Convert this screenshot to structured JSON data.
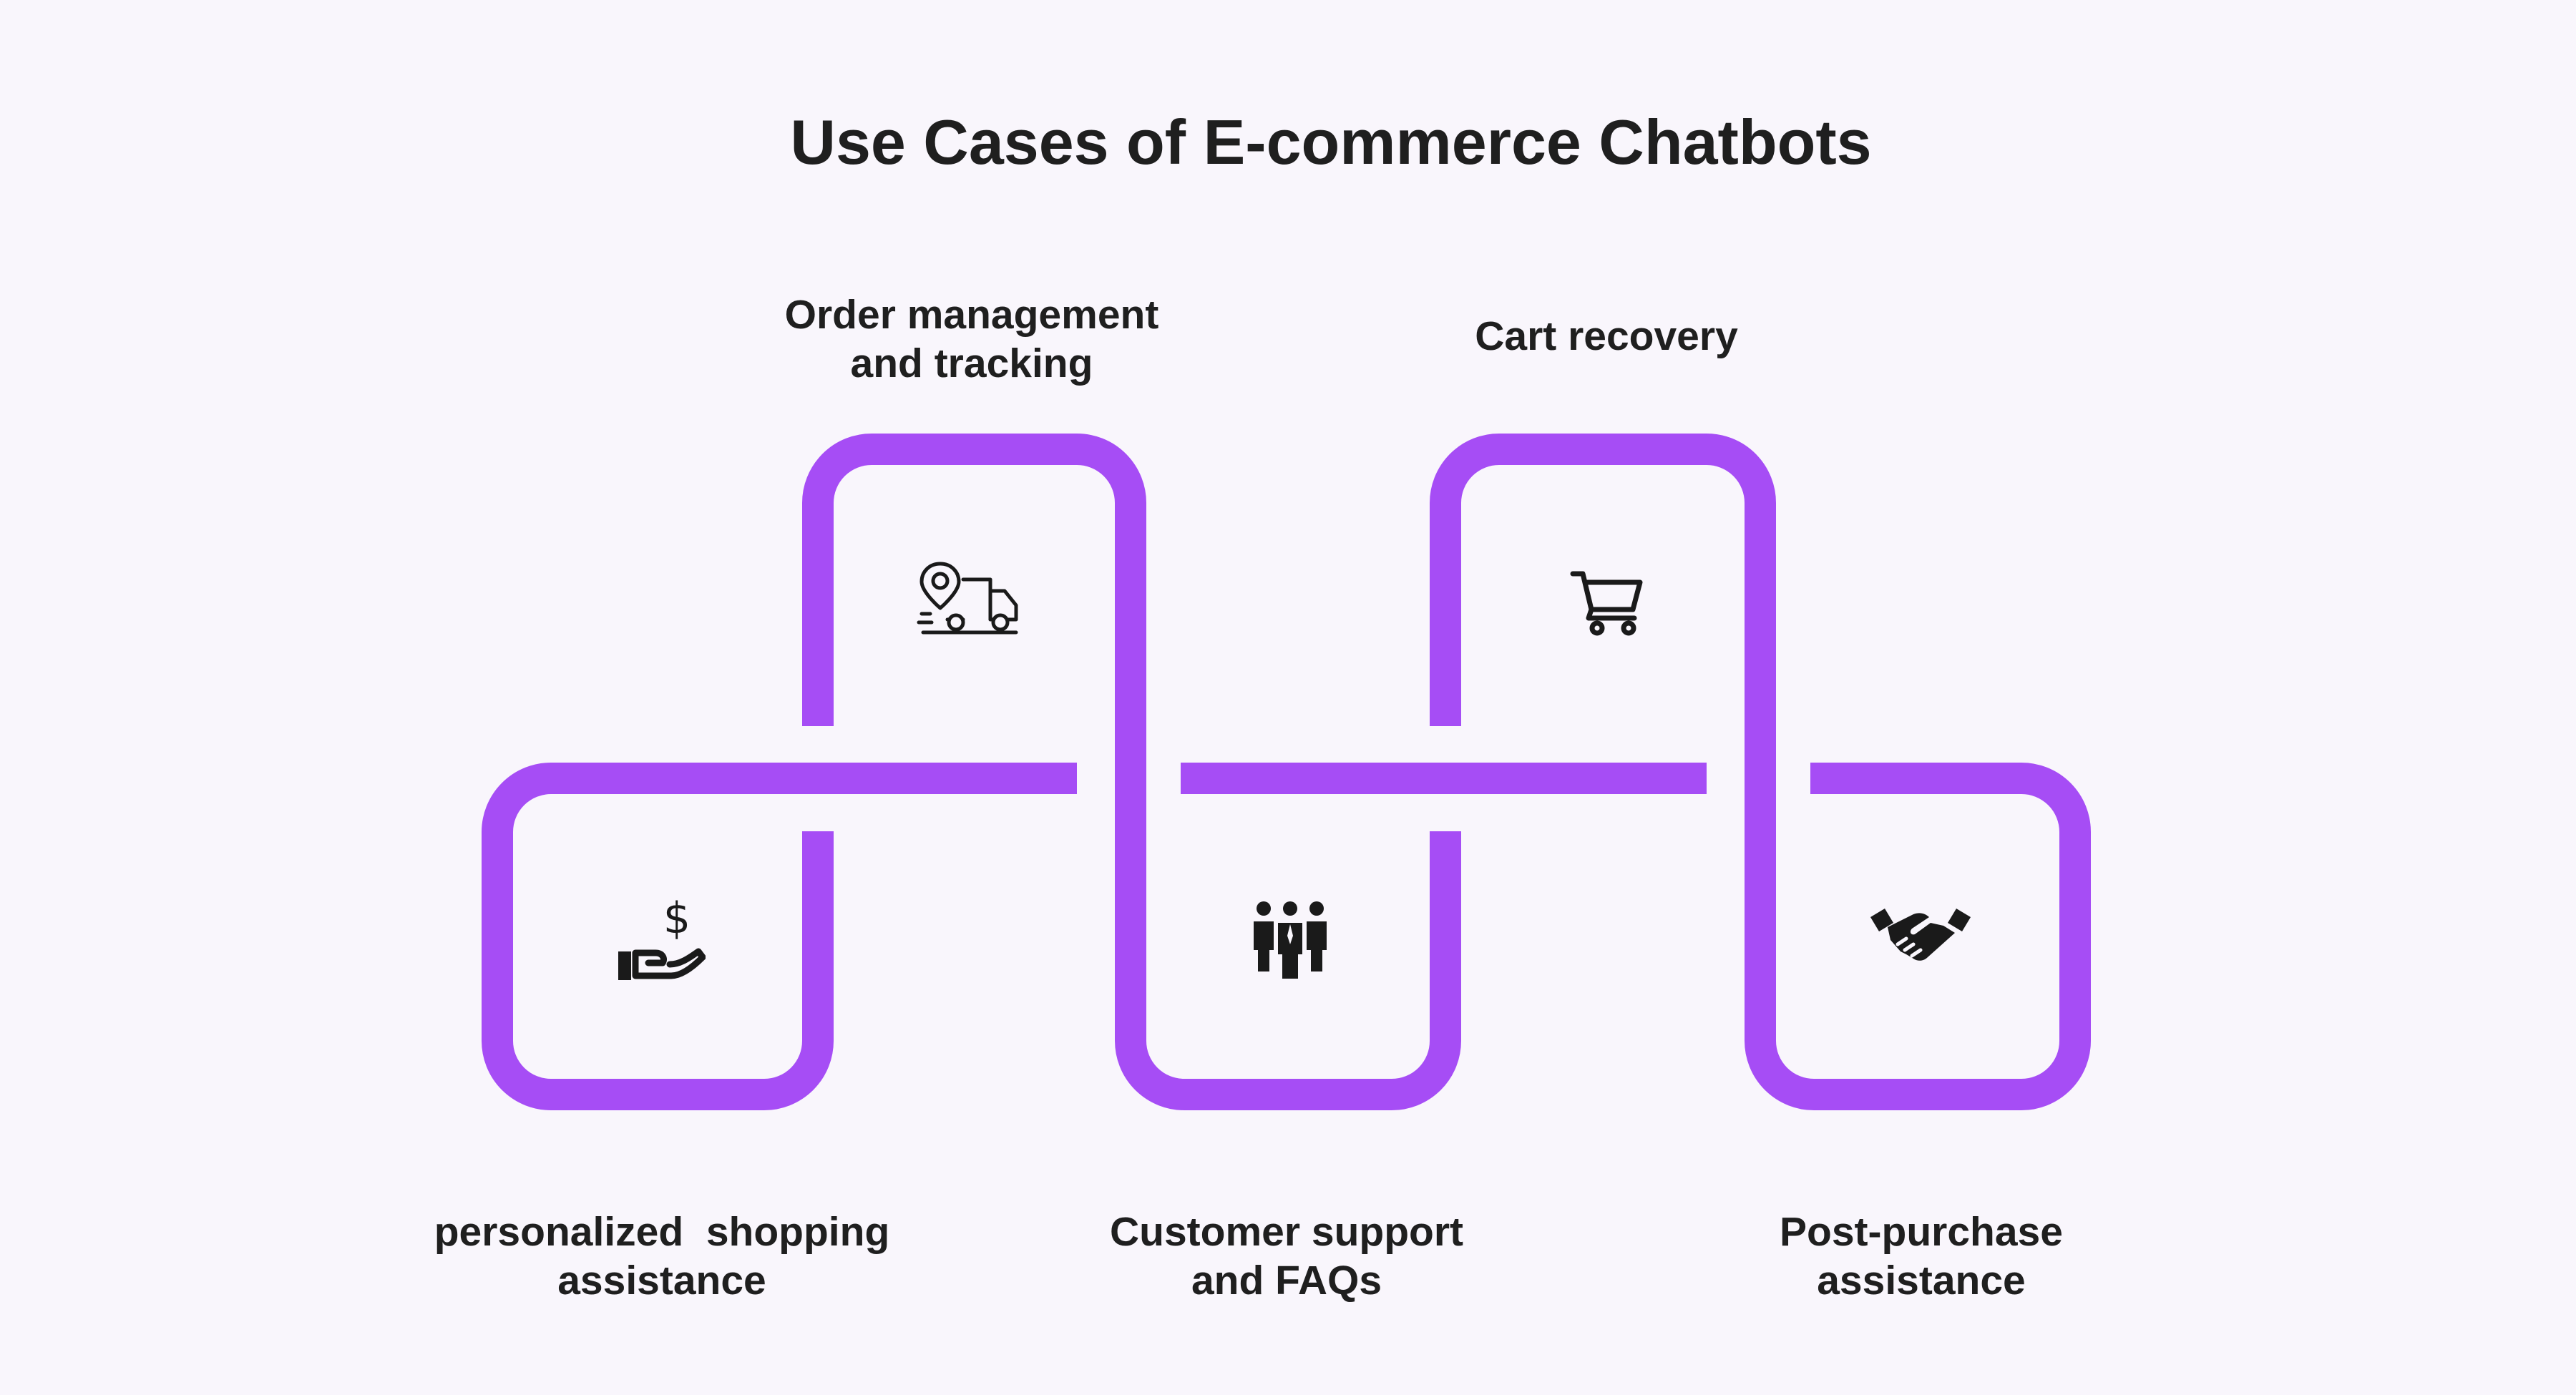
{
  "title": "Use Cases of E-commerce Chatbots",
  "colors": {
    "accent": "#a64df5",
    "text": "#1f1f1f",
    "background": "#f9f6fc"
  },
  "use_cases": [
    {
      "lines": [
        "personalized  shopping",
        "assistance"
      ],
      "icon": "hand-dollar-icon"
    },
    {
      "lines": [
        "Order management",
        "and tracking"
      ],
      "icon": "delivery-truck-location-icon"
    },
    {
      "lines": [
        "Customer support",
        "and FAQs"
      ],
      "icon": "people-group-icon"
    },
    {
      "lines": [
        "Cart recovery"
      ],
      "icon": "shopping-cart-icon"
    },
    {
      "lines": [
        "Post-purchase",
        "assistance"
      ],
      "icon": "handshake-icon"
    }
  ]
}
